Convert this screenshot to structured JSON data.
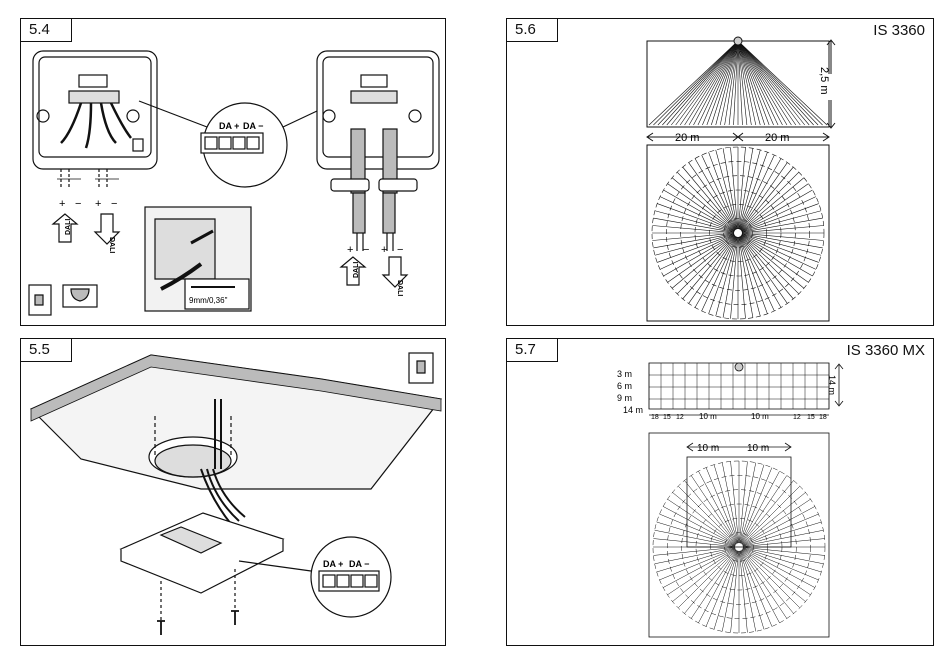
{
  "panels": {
    "p54": {
      "number": "5.4",
      "labels": {
        "da_plus": "DA +",
        "da_minus": "DA −",
        "dali": "DALI",
        "plus": "+",
        "minus": "−",
        "strip": "9mm/0,36\""
      }
    },
    "p55": {
      "number": "5.5",
      "labels": {
        "da_plus": "DA +",
        "da_minus": "DA −"
      }
    },
    "p56": {
      "number": "5.6",
      "model": "IS 3360",
      "labels": {
        "height": "2,5 m",
        "left": "20 m",
        "right": "20 m"
      }
    },
    "p57": {
      "number": "5.7",
      "model": "IS 3360 MX",
      "labels": {
        "d3": "3 m",
        "d6": "6 m",
        "d9": "9 m",
        "d14": "14 m",
        "height": "14 m",
        "left10": "10 m",
        "right10": "10 m",
        "bl10": "10 m",
        "br10": "10 m",
        "t18a": "18",
        "t15a": "15",
        "t12a": "12",
        "t12b": "12",
        "t15b": "15",
        "t18b": "18"
      }
    }
  },
  "colors": {
    "line": "#111111",
    "fill_gray": "#cfcfcf",
    "fill_light": "#e8e8e8"
  }
}
